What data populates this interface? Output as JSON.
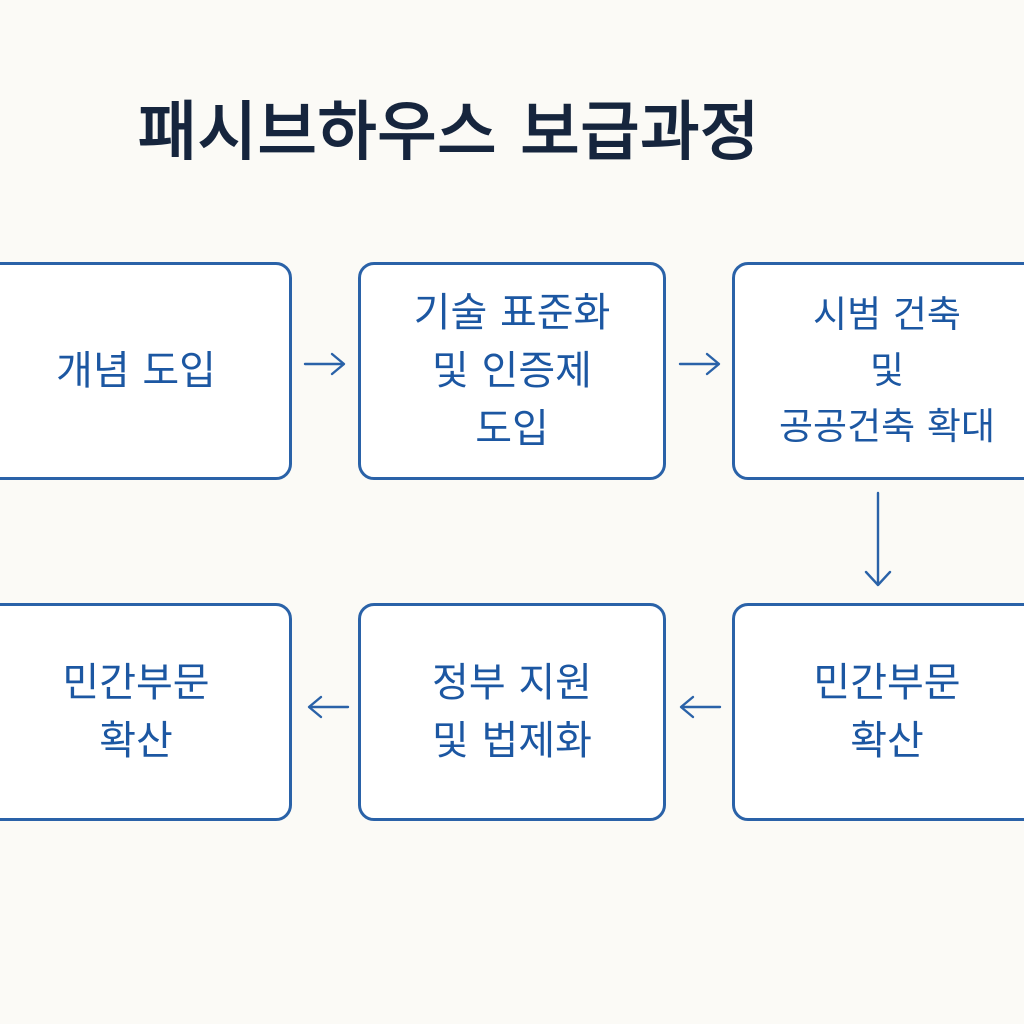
{
  "title": "패시브하우스 보급과정",
  "steps": [
    {
      "lines": [
        "개념 도입"
      ]
    },
    {
      "lines": [
        "기술 표준화",
        "및 인증제",
        "도입"
      ]
    },
    {
      "lines": [
        "시범 건축",
        "및",
        "공공건축 확대"
      ]
    },
    {
      "lines": [
        "민간부문",
        "확산"
      ]
    },
    {
      "lines": [
        "정부 지원",
        "및 법제화"
      ]
    },
    {
      "lines": [
        "민간부문",
        "확산"
      ]
    }
  ],
  "colors": {
    "background": "#fbfaf6",
    "title": "#16253d",
    "accent": "#2a62a8",
    "box_text": "#1c57a2"
  }
}
